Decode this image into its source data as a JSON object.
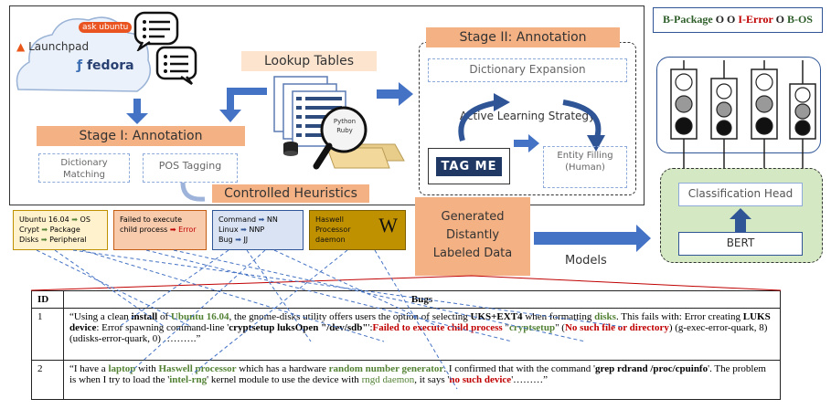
{
  "sources": {
    "askubuntu": "ask ubuntu",
    "launchpad": "Launchpad",
    "fedora": "fedora"
  },
  "stage1": {
    "title": "Stage I: Annotation",
    "dictionary_matching": "Dictionary Matching",
    "pos_tagging": "POS Tagging"
  },
  "lookup_tables": {
    "title": "Lookup Tables",
    "lens_text_1": "Python",
    "lens_text_2": "Ruby"
  },
  "stage2": {
    "title": "Stage II: Annotation",
    "dictionary_expansion": "Dictionary Expansion",
    "active_learning": "Active Learning Strategy",
    "tagme": "TAG ME",
    "entity_filling": "Entity Filling (Human)"
  },
  "controlled_heuristics": "Controlled Heuristics",
  "heuristics": {
    "dict": [
      {
        "left": "Ubuntu 16.04",
        "right": "OS"
      },
      {
        "left": "Crypt",
        "right": "Package"
      },
      {
        "left": "Disks",
        "right": "Peripheral"
      }
    ],
    "error": {
      "left": "Failed to execute child process",
      "right": "Error"
    },
    "pos": [
      {
        "left": "Command",
        "right": "NN"
      },
      {
        "left": "Linux",
        "right": "NNP"
      },
      {
        "left": "Bug",
        "right": "JJ"
      }
    ],
    "wiki": {
      "text": "Haswell Processor daemon",
      "logo": "W"
    }
  },
  "generated": "Generated Distantly Labeled Data",
  "models_label": "Models",
  "model": {
    "bio_tags": [
      {
        "text": "B-Package",
        "color": "#2e5e2a"
      },
      {
        "text": "O",
        "color": "#222222"
      },
      {
        "text": "O",
        "color": "#222222"
      },
      {
        "text": "I-Error",
        "color": "#c00000"
      },
      {
        "text": "O",
        "color": "#222222"
      },
      {
        "text": "B-OS",
        "color": "#2e5e2a"
      }
    ],
    "classification_head": "Classification Head",
    "bert": "BERT"
  },
  "table": {
    "headers": [
      "ID",
      "Bugs"
    ],
    "rows": [
      {
        "id": "1"
      },
      {
        "id": "2"
      }
    ],
    "row1": {
      "t1": "“Using a clean ",
      "t2": "install",
      "t3": " of ",
      "t4": "Ubuntu 16.04",
      "t5": ", the gnome-disks utility offers users the option of selecting ",
      "t6": "UKS+EXT4",
      "t7": " when formatting ",
      "t8": "disks",
      "t9": ". This fails with: Error creating ",
      "t10": "LUKS device",
      "t11": ": Error spawning command-line '",
      "t12": "cryptsetup luksOpen \"/dev/sdb\"",
      "t13": "':",
      "t14": "Failed to execute child process",
      "t15": " \"",
      "t16": "cryptsetup",
      "t17": "\" (",
      "t18": "No such file or directory",
      "t19": ") (g-exec-error-quark, 8) (udisks-error-quark, 0) ……….”"
    },
    "row2": {
      "t1": "“I have a ",
      "t2": "laptop",
      "t3": " with ",
      "t4": "Haswell processor",
      "t5": " which has a hardware ",
      "t6": "random number generator",
      "t7": ". I confirmed that with the command '",
      "t8": "grep rdrand /proc/cpuinfo",
      "t9": "'. The problem is when I try to load the '",
      "t10": "intel-rng",
      "t11": "' kernel module to use the device with ",
      "t12": "rngd daemon",
      "t13": ", it says '",
      "t14": "no such device",
      "t15": "'………”"
    }
  }
}
